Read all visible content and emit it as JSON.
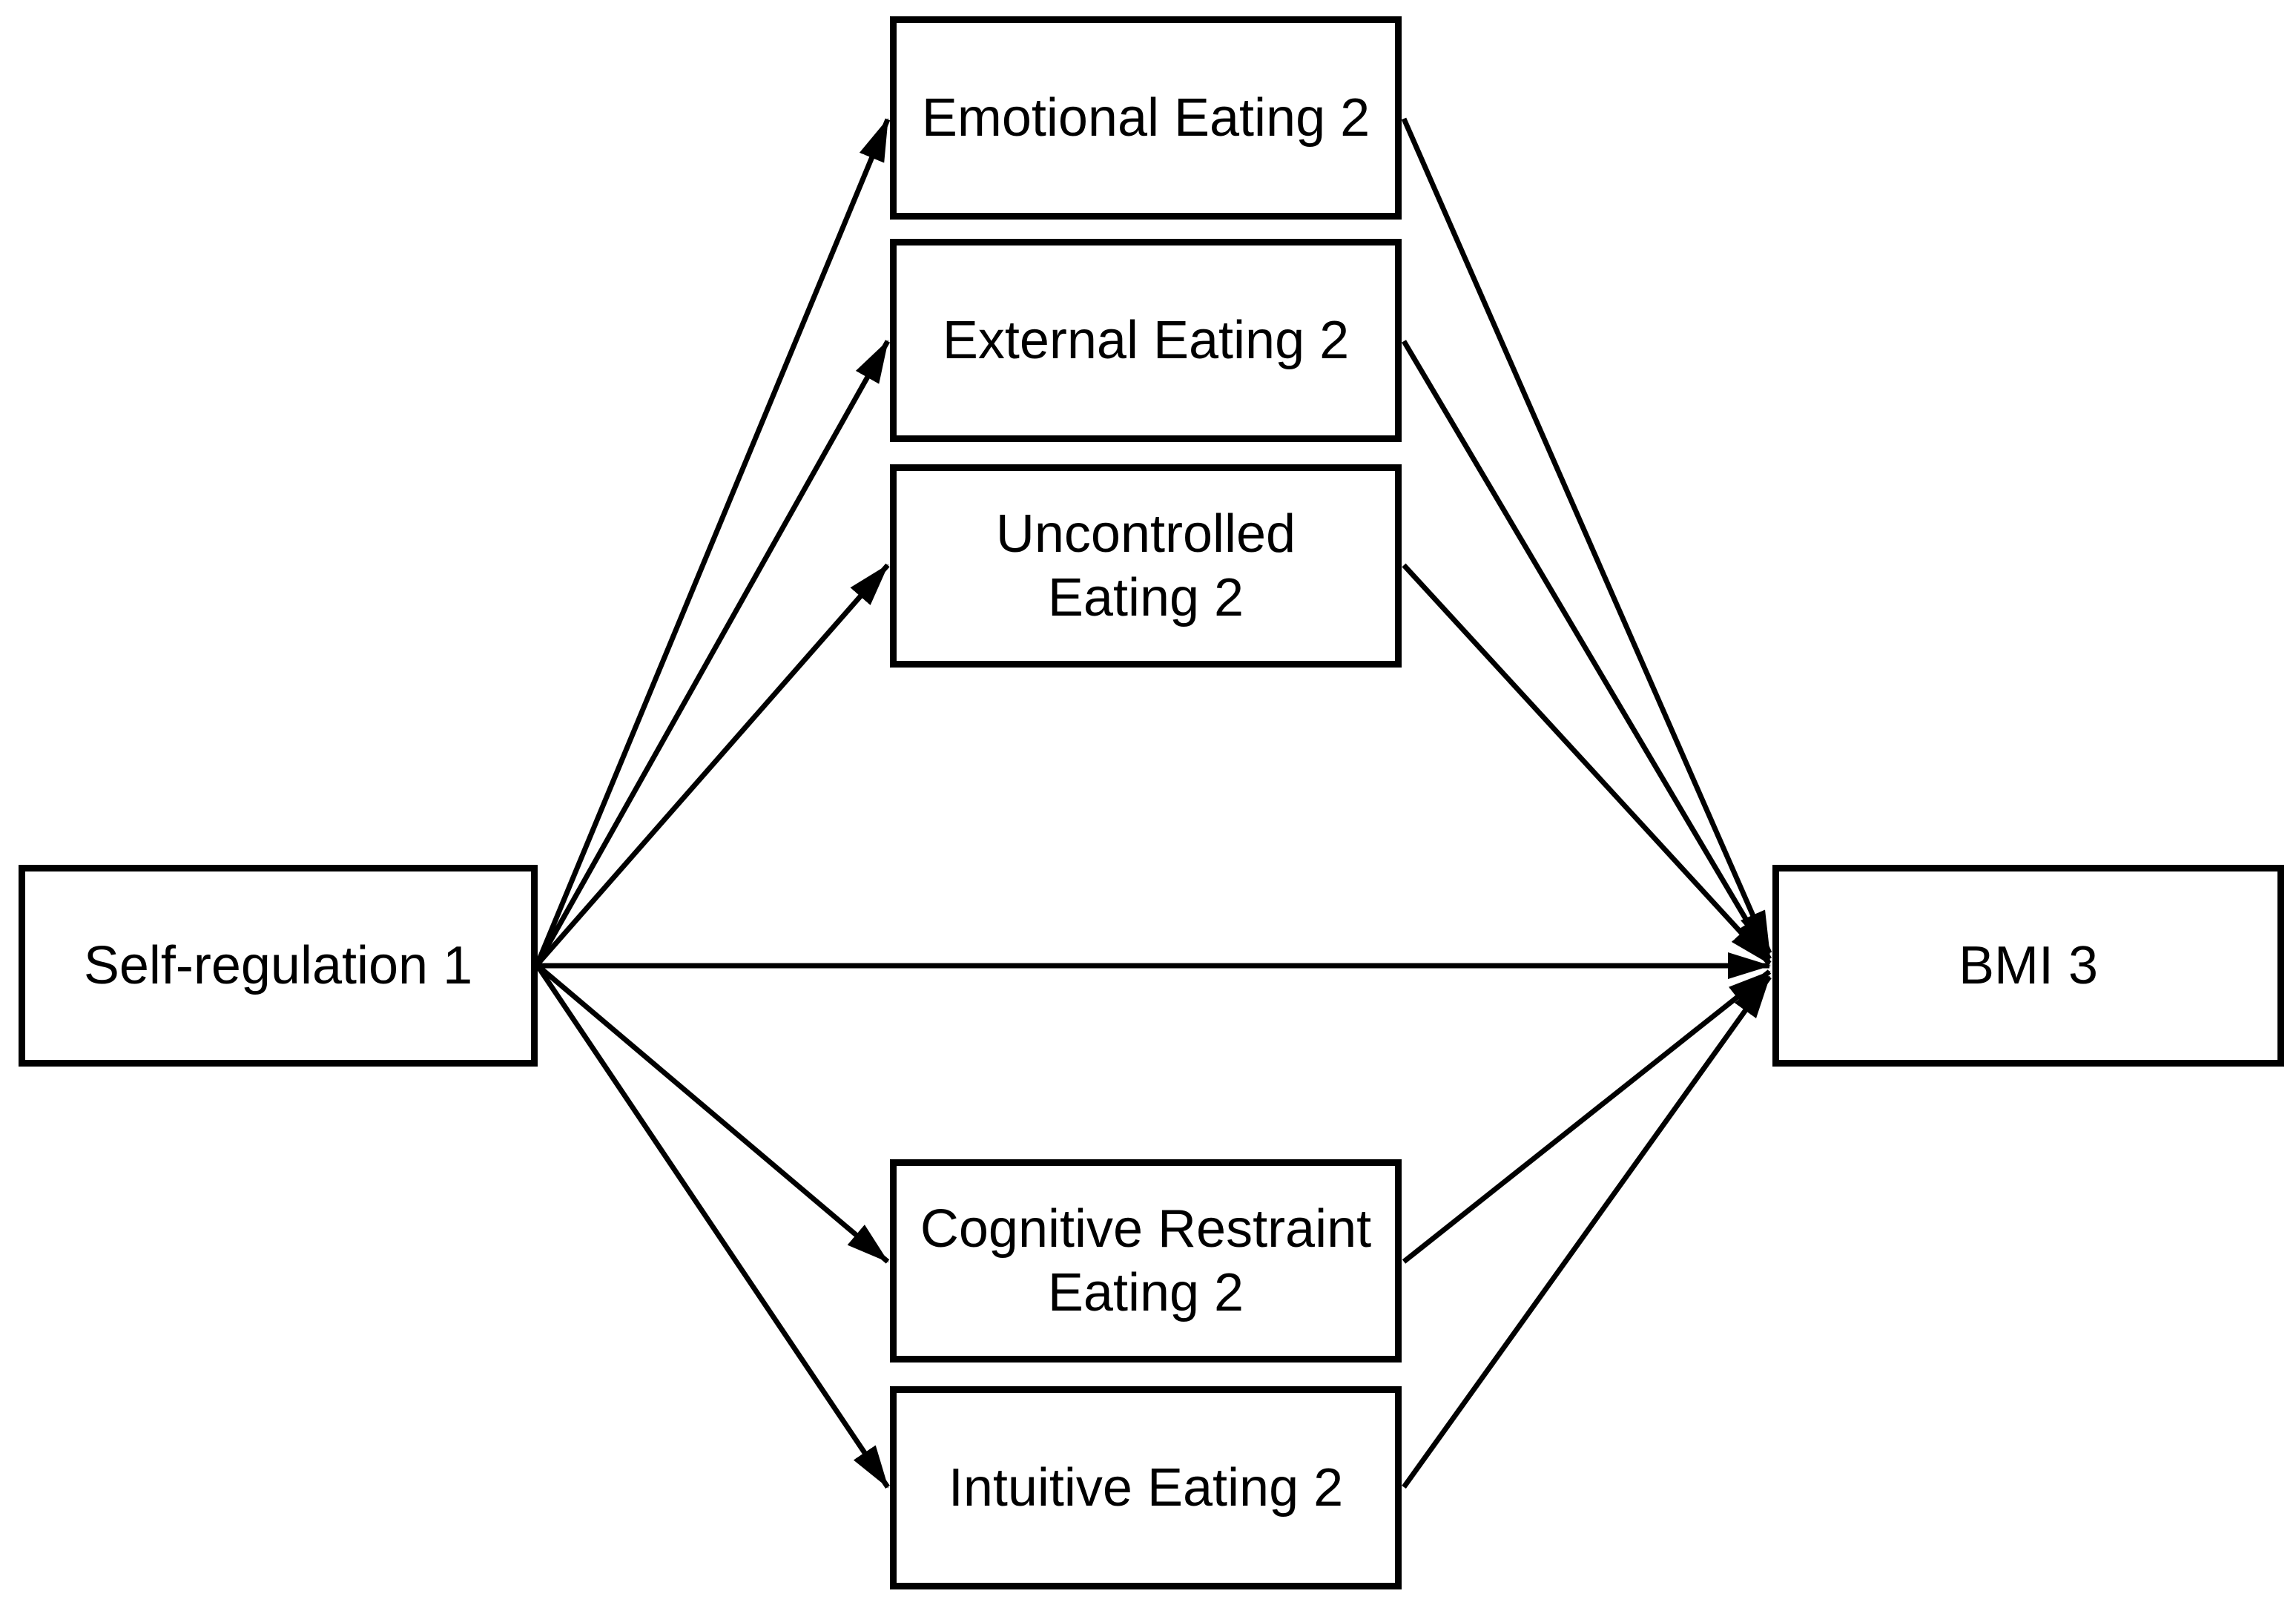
{
  "diagram": {
    "type": "path-model",
    "background_color": "#ffffff",
    "box_border_color": "#000000",
    "box_fill_color": "#ffffff",
    "arrow_color": "#000000",
    "text_color": "#000000",
    "nodes": {
      "self_regulation": {
        "label": "Self-regulation 1",
        "lines": [
          "Self-regulation 1"
        ]
      },
      "emotional": {
        "label": "Emotional Eating 2",
        "lines": [
          "Emotional Eating 2"
        ]
      },
      "external": {
        "label": "External Eating 2",
        "lines": [
          "External Eating 2"
        ]
      },
      "uncontrolled": {
        "label": "Uncontrolled Eating 2",
        "lines": [
          "Uncontrolled",
          "Eating 2"
        ]
      },
      "cognitive": {
        "label": "Cognitive Restraint Eating 2",
        "lines": [
          "Cognitive Restraint",
          "Eating 2"
        ]
      },
      "intuitive": {
        "label": "Intuitive Eating 2",
        "lines": [
          "Intuitive Eating 2"
        ]
      },
      "bmi": {
        "label": "BMI 3",
        "lines": [
          "BMI 3"
        ]
      }
    },
    "edges": [
      {
        "from": "self_regulation",
        "to": "emotional"
      },
      {
        "from": "self_regulation",
        "to": "external"
      },
      {
        "from": "self_regulation",
        "to": "uncontrolled"
      },
      {
        "from": "self_regulation",
        "to": "cognitive"
      },
      {
        "from": "self_regulation",
        "to": "intuitive"
      },
      {
        "from": "self_regulation",
        "to": "bmi"
      },
      {
        "from": "emotional",
        "to": "bmi"
      },
      {
        "from": "external",
        "to": "bmi"
      },
      {
        "from": "uncontrolled",
        "to": "bmi"
      },
      {
        "from": "cognitive",
        "to": "bmi"
      },
      {
        "from": "intuitive",
        "to": "bmi"
      }
    ]
  }
}
